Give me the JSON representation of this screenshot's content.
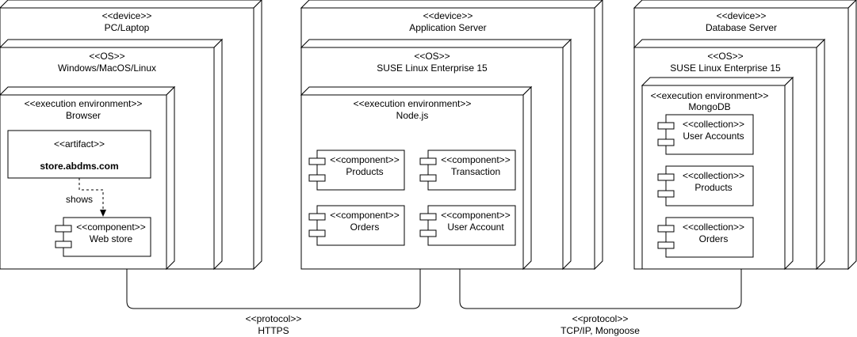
{
  "devices": [
    {
      "stereotype": "<<device>>",
      "name": "PC/Laptop",
      "os": {
        "stereotype": "<<OS>>",
        "name": "Windows/MacOS/Linux"
      },
      "env": {
        "stereotype": "<<execution environment>>",
        "name": "Browser"
      },
      "artifact": {
        "stereotype": "<<artifact>>",
        "name": "store.abdms.com"
      },
      "shows_label": "shows",
      "component": {
        "stereotype": "<<component>>",
        "name": "Web store"
      }
    },
    {
      "stereotype": "<<device>>",
      "name": "Application Server",
      "os": {
        "stereotype": "<<OS>>",
        "name": "SUSE Linux Enterprise 15"
      },
      "env": {
        "stereotype": "<<execution environment>>",
        "name": "Node.js"
      },
      "components": [
        {
          "stereotype": "<<component>>",
          "name": "Products"
        },
        {
          "stereotype": "<<component>>",
          "name": "Transaction"
        },
        {
          "stereotype": "<<component>>",
          "name": "Orders"
        },
        {
          "stereotype": "<<component>>",
          "name": "User Account"
        }
      ]
    },
    {
      "stereotype": "<<device>>",
      "name": "Database Server",
      "os": {
        "stereotype": "<<OS>>",
        "name": "SUSE Linux Enterprise 15"
      },
      "env": {
        "stereotype": "<<execution environment>>",
        "name": "MongoDB"
      },
      "collections": [
        {
          "stereotype": "<<collection>>",
          "name": "User Accounts"
        },
        {
          "stereotype": "<<collection>>",
          "name": "Products"
        },
        {
          "stereotype": "<<collection>>",
          "name": "Orders"
        }
      ]
    }
  ],
  "protocols": [
    {
      "stereotype": "<<protocol>>",
      "name": "HTTPS"
    },
    {
      "stereotype": "<<protocol>>",
      "name": "TCP/IP, Mongoose"
    }
  ]
}
